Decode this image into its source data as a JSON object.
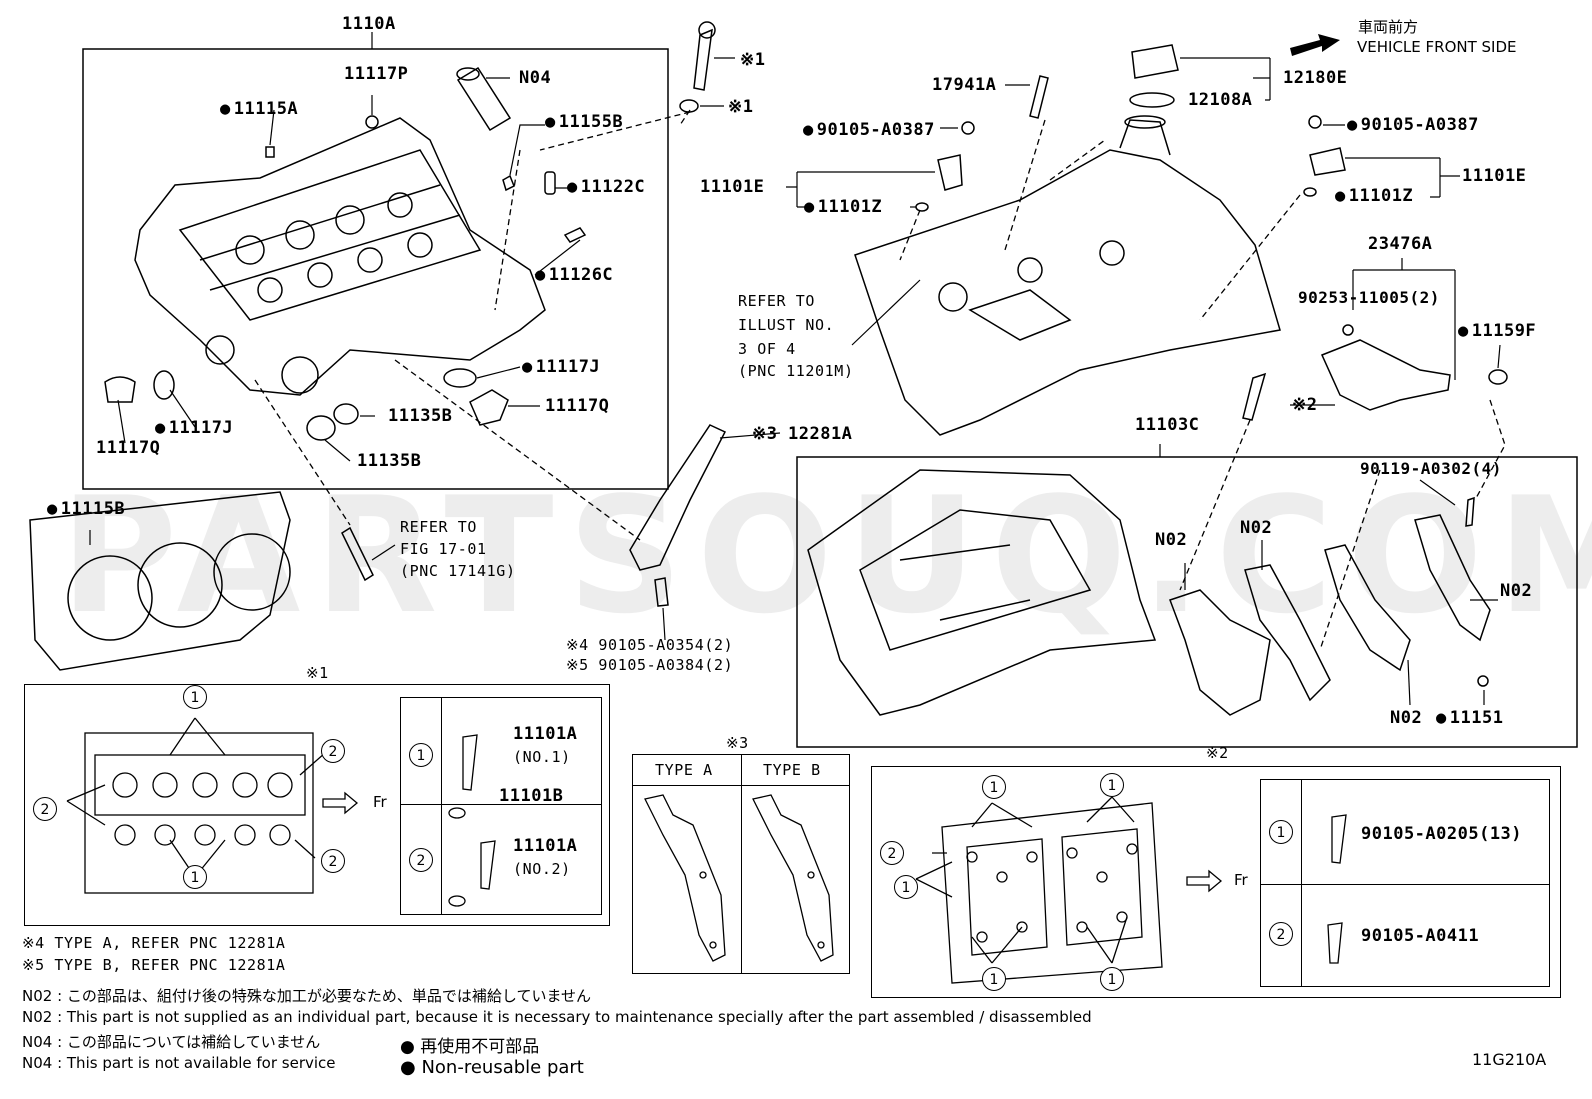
{
  "watermark": "PARTSOUQ.COM",
  "diagram_code": "11G210A",
  "vehicle_front": {
    "jp": "車両前方",
    "en": "VEHICLE FRONT SIDE"
  },
  "labels": {
    "l1110A": "1110A",
    "l11117P": "11117P",
    "lN04": "N04",
    "l11115A": "11115A",
    "l11155B": "11155B",
    "l11122C": "11122C",
    "l11126C": "11126C",
    "l11117J_a": "11117J",
    "l11117J_b": "11117J",
    "l11117Q_a": "11117Q",
    "l11117Q_b": "11117Q",
    "l11135B_a": "11135B",
    "l11135B_b": "11135B",
    "l11115B": "11115B",
    "lmark1a": "※1",
    "lmark1b": "※1",
    "l17941A": "17941A",
    "l90105_A0387_a": "90105-A0387",
    "l90105_A0387_b": "90105-A0387",
    "l11101E_a": "11101E",
    "l11101E_b": "11101E",
    "l11101Z_a": "11101Z",
    "l11101Z_b": "11101Z",
    "l12180E": "12180E",
    "l12108A": "12108A",
    "l23476A": "23476A",
    "l90253": "90253-11005(2)",
    "l11159F": "11159F",
    "l12281A": "12281A",
    "lmark3": "※3",
    "lmark2": "※2",
    "l11103C": "11103C",
    "l90119": "90119-A0302(4)",
    "lN02_a": "N02",
    "lN02_b": "N02",
    "lN02_c": "N02",
    "lN02_d": "N02",
    "l11151": "11151",
    "l90105_A0354": "※4 90105-A0354(2)",
    "l90105_A0384": "※5 90105-A0384(2)"
  },
  "refer1": {
    "line1": "REFER TO",
    "line2": "ILLUST NO.",
    "line3": "3 OF 4",
    "line4": "(PNC 11201M)"
  },
  "refer2": {
    "line1": "REFER TO",
    "line2": "FIG 17-01",
    "line3": "(PNC 17141G)"
  },
  "detail1": {
    "title": "※1",
    "arrow_label": "Fr",
    "row1": {
      "num": "1",
      "part": "11101A",
      "sub": "(NO.1)",
      "washer": "11101B"
    },
    "row2": {
      "num": "2",
      "part": "11101A",
      "sub": "(NO.2)"
    }
  },
  "detail3": {
    "title": "※3",
    "type_a": "TYPE A",
    "type_b": "TYPE B"
  },
  "detail2": {
    "title": "※2",
    "arrow_label": "Fr",
    "row1": {
      "num": "1",
      "part": "90105-A0205(13)"
    },
    "row2": {
      "num": "2",
      "part": "90105-A0411"
    }
  },
  "callout_nums": {
    "one": "1",
    "two": "2"
  },
  "notes": {
    "n4": "※4 TYPE A, REFER PNC 12281A",
    "n5": "※5 TYPE B, REFER PNC 12281A",
    "n02_jp": "N02 : この部品は、組付け後の特殊な加工が必要なため、単品では補給していません",
    "n02_en": "N02 : This part is not supplied as an individual part, because it is necessary to maintenance specially after the part assembled / disassembled",
    "n04_jp": "N04 : この部品については補給していません",
    "n04_en": "N04 : This part is not available for service",
    "legend_jp": "再使用不可部品",
    "legend_en": "Non-reusable part"
  }
}
